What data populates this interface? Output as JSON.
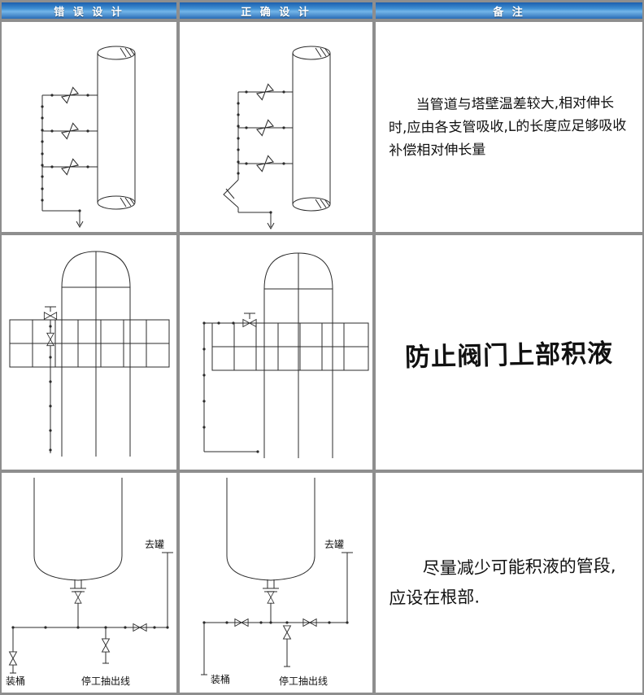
{
  "header": {
    "wrong": "错 误 设 计",
    "right": "正 确 设 计",
    "remark": "备   注"
  },
  "remarks": {
    "row1": "当管道与塔壁温差较大,相对伸长时,应由各支管吸收,L的长度应足够吸收补偿相对伸长量",
    "row2": "防止阀门上部积液",
    "row3": "尽量减少可能积液的管段,应设在根部."
  },
  "labels": {
    "to_tank": "去罐",
    "barrel": "装桶",
    "shutdown_line": "停工抽出线"
  },
  "colors": {
    "header_blue": "#2f6fb6",
    "cell_bg": "#ffffff",
    "frame_gray": "#8e8e8e",
    "line": "#2b2b2b"
  }
}
